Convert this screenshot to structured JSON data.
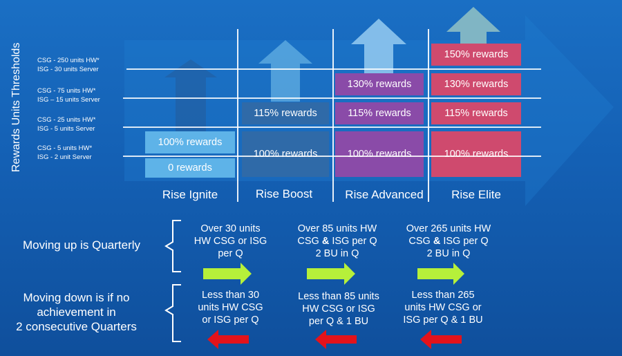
{
  "axis": {
    "vertical_label": "Rewards Units Thresholds"
  },
  "thresholds": [
    {
      "hw": "CSG - 250 units HW*",
      "server": "ISG - 30 units Server"
    },
    {
      "hw": "CSG - 75 units HW*",
      "server": "ISG – 15 units Server"
    },
    {
      "hw": "CSG - 25 units HW*",
      "server": "ISG - 5 units Server"
    },
    {
      "hw": "CSG - 5 units HW*",
      "server": "ISG - 2 unit Server"
    }
  ],
  "tiers": [
    {
      "name": "Rise Ignite",
      "rewards": [
        "100% rewards",
        "0 rewards"
      ]
    },
    {
      "name": "Rise Boost",
      "rewards": [
        "115% rewards",
        "100% rewards"
      ]
    },
    {
      "name": "Rise Advanced",
      "rewards": [
        "130% rewards",
        "115% rewards",
        "100% rewards"
      ]
    },
    {
      "name": "Rise Elite",
      "rewards": [
        "150% rewards",
        "130% rewards",
        "115% rewards",
        "100% rewards"
      ]
    }
  ],
  "moving_up": {
    "label": "Moving up is Quarterly",
    "rules": [
      {
        "l1": "Over 30 units",
        "l2": "HW CSG or ISG",
        "l3": "per Q"
      },
      {
        "l1": "Over 85 units HW",
        "l2a": "CSG ",
        "l2b": "&",
        "l2c": " ISG per Q",
        "l3": "2 BU in Q"
      },
      {
        "l1": "Over 265 units HW",
        "l2a": "CSG ",
        "l2b": "&",
        "l2c": " ISG per Q",
        "l3": "2 BU in Q"
      }
    ]
  },
  "moving_down": {
    "label_l1": "Moving down is if no",
    "label_l2": "achievement in",
    "label_l3": "2 consecutive Quarters",
    "rules": [
      {
        "l1": "Less than 30",
        "l2": "units HW CSG",
        "l3": "or ISG per Q"
      },
      {
        "l1": "Less than 85 units",
        "l2": "HW CSG or ISG",
        "l3": "per Q & 1 BU"
      },
      {
        "l1": "Less than 265",
        "l2": "units HW CSG or",
        "l3": "ISG per Q & 1 BU"
      }
    ]
  },
  "colors": {
    "background": "#1460b4",
    "ignite": "#5eb3e8",
    "boost": "#2f6aa8",
    "advanced": "#8a4ba8",
    "elite": "#cf4a6e",
    "up_arrow": "#b6f03a",
    "down_arrow": "#e3131b"
  }
}
